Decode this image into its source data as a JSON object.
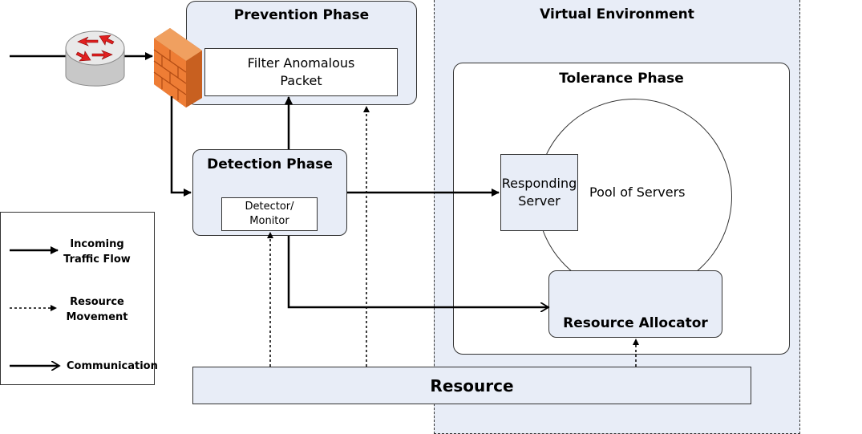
{
  "prevention": {
    "title": "Prevention Phase",
    "filter_label": "Filter Anomalous Packet"
  },
  "virtual_env": {
    "title": "Virtual Environment"
  },
  "tolerance": {
    "title": "Tolerance Phase",
    "pool_label": "Pool of Servers",
    "responding_server": "Responding Server",
    "resource_allocator": "Resource Allocator"
  },
  "detection": {
    "title": "Detection Phase",
    "detector_label": "Detector/ Monitor"
  },
  "resource": {
    "label": "Resource"
  },
  "legend": {
    "incoming": "Incoming Traffic Flow",
    "movement": "Resource Movement",
    "communication": "Communication"
  },
  "icons": [
    "router-icon",
    "firewall-icon"
  ],
  "colors": {
    "phase_fill": "#e8edf7",
    "router_arrows": "#e02020",
    "firewall": "#e8772e"
  }
}
